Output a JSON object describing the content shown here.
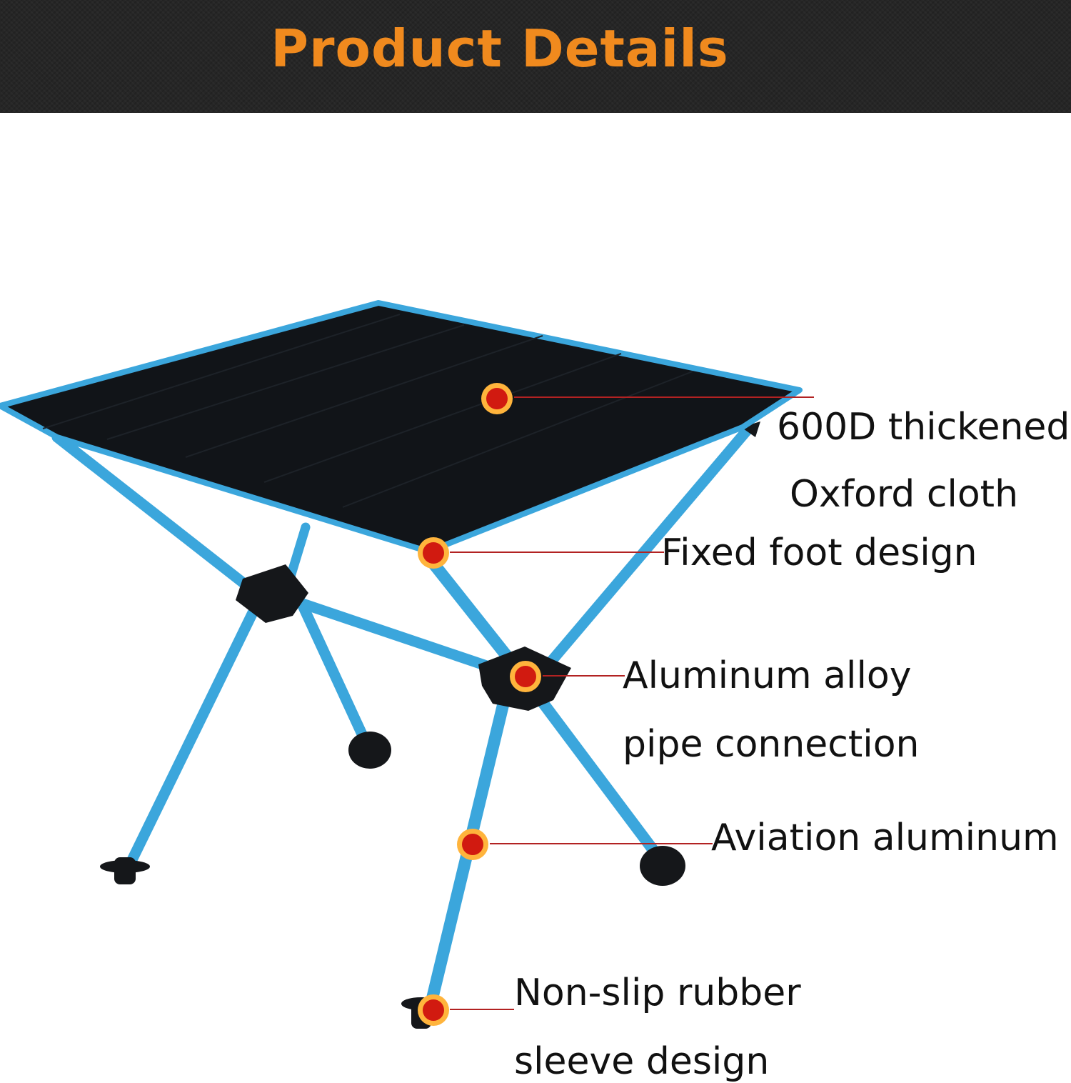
{
  "header": {
    "title": "Product Details"
  },
  "colors": {
    "header_bg": "#262626",
    "title": "#f08a1e",
    "marker_ring": "#ffb43c",
    "marker_dot": "#d11a10",
    "leader_line": "#b22222",
    "tabletop": "#111418",
    "frame": "#3ba6dc",
    "label_text": "#111111"
  },
  "annotations": [
    {
      "id": "fabric",
      "lines": [
        "600D thickened",
        "Oxford cloth"
      ]
    },
    {
      "id": "fixed-foot",
      "lines": [
        "Fixed foot design"
      ]
    },
    {
      "id": "pipe-connection",
      "lines": [
        "Aluminum alloy",
        "pipe connection"
      ]
    },
    {
      "id": "aviation-aluminum",
      "lines": [
        "Aviation aluminum"
      ]
    },
    {
      "id": "rubber-sleeve",
      "lines": [
        "Non-slip rubber",
        "sleeve design"
      ]
    }
  ]
}
